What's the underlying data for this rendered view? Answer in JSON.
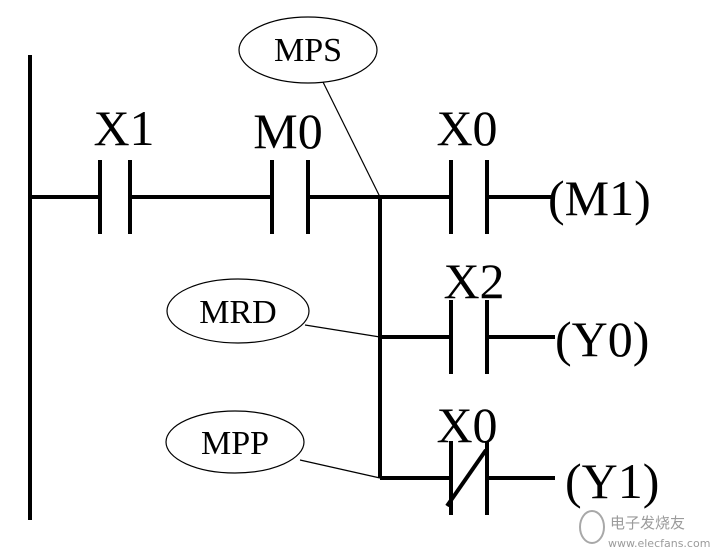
{
  "contacts": {
    "x1": "X1",
    "m0": "M0",
    "x0_top": "X0",
    "x2": "X2",
    "x0_bottom": "X0"
  },
  "coils": {
    "m1": "(M1)",
    "y0": "(Y0)",
    "y1": "(Y1)"
  },
  "annotations": {
    "mps": "MPS",
    "mrd": "MRD",
    "mpp": "MPP"
  },
  "watermark": {
    "text": "电子发烧友",
    "url": "www.elecfans.com"
  }
}
